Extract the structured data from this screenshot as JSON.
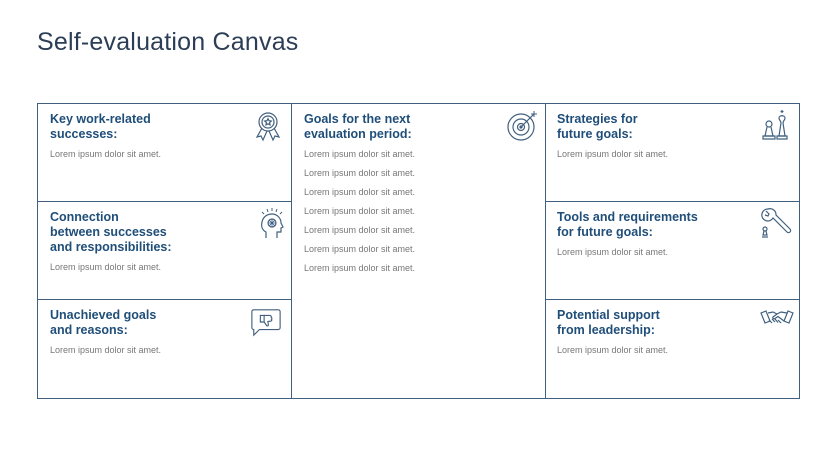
{
  "title": "Self-evaluation Canvas",
  "cells": {
    "key_successes": {
      "heading": "Key work-related\nsuccesses:",
      "lines": [
        "Lorem ipsum dolor sit amet."
      ],
      "icon": "award-ribbon-icon"
    },
    "connection": {
      "heading": "Connection\nbetween successes\nand responsibilities:",
      "lines": [
        "Lorem ipsum dolor sit amet."
      ],
      "icon": "brain-head-icon"
    },
    "unachieved": {
      "heading": "Unachieved goals\nand reasons:",
      "lines": [
        "Lorem ipsum dolor sit amet."
      ],
      "icon": "thumbs-down-bubble-icon"
    },
    "goals_next": {
      "heading": "Goals for the next\nevaluation period:",
      "lines": [
        "Lorem ipsum dolor sit amet.",
        "Lorem ipsum dolor sit amet.",
        "Lorem ipsum dolor sit amet.",
        "Lorem ipsum dolor sit amet.",
        "Lorem ipsum dolor sit amet.",
        "Lorem ipsum dolor sit amet.",
        "Lorem ipsum dolor sit amet."
      ],
      "icon": "target-icon"
    },
    "strategies": {
      "heading": "Strategies for\nfuture goals:",
      "lines": [
        "Lorem ipsum dolor sit amet."
      ],
      "icon": "chess-pieces-icon"
    },
    "tools": {
      "heading": "Tools and requirements\nfor future goals:",
      "lines": [
        "Lorem ipsum dolor sit amet."
      ],
      "icon": "wrench-icon"
    },
    "support": {
      "heading": "Potential support\nfrom leadership:",
      "lines": [
        "Lorem ipsum dolor sit amet."
      ],
      "icon": "handshake-icon"
    }
  },
  "colors": {
    "heading": "#1f4e79",
    "border": "#41607f",
    "body": "#777777",
    "title": "#2c3e55"
  }
}
